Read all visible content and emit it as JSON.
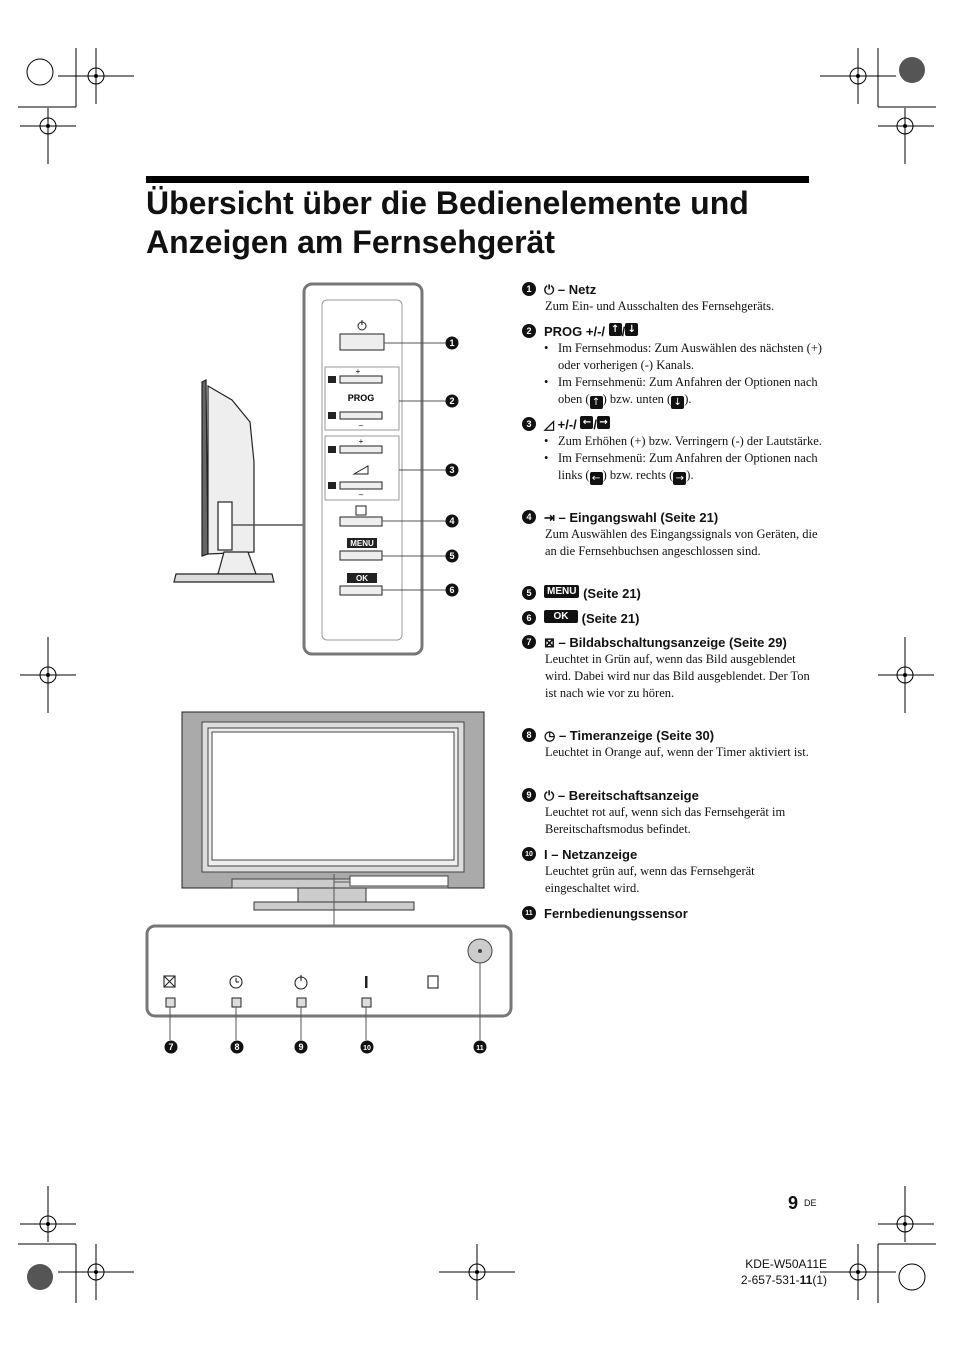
{
  "page_title": "Übersicht über die Bedienelemente und Anzeigen am Fernsehgerät",
  "items": [
    {
      "num": "1",
      "head": "– Netz",
      "desc": "Zum Ein- und Ausschalten des Fernsehgeräts."
    },
    {
      "num": "2",
      "head": "PROG +/-/",
      "bullet1": "Im Fernsehmodus: Zum Auswählen des nächsten (+) oder vorherigen (-) Kanals.",
      "bullet2a": "Im Fernsehmenü: Zum Anfahren der Optionen nach oben (",
      "bullet2b": ") bzw. unten (",
      "bullet2c": ")."
    },
    {
      "num": "3",
      "head": "+/-/",
      "bullet1": "Zum Erhöhen (+) bzw. Verringern (-) der Lautstärke.",
      "bullet2a": "Im Fernsehmenü: Zum Anfahren der Optionen nach links (",
      "bullet2b": ") bzw. rechts (",
      "bullet2c": ")."
    },
    {
      "num": "4",
      "head": "– Eingangswahl (Seite 21)",
      "desc": "Zum Auswählen des Eingangssignals von Geräten, die an die Fernsehbuchsen angeschlossen sind."
    },
    {
      "num": "5",
      "badge": "MENU",
      "head": "(Seite 21)"
    },
    {
      "num": "6",
      "badge": "OK",
      "head": "(Seite 21)"
    },
    {
      "num": "7",
      "head": "– Bildabschaltungsanzeige (Seite 29)",
      "desc": "Leuchtet in Grün auf, wenn das Bild ausgeblendet wird. Dabei wird nur das Bild ausgeblendet. Der Ton ist nach wie vor zu hören."
    },
    {
      "num": "8",
      "head": "– Timeranzeige (Seite 30)",
      "desc": "Leuchtet in Orange auf, wenn der Timer aktiviert ist."
    },
    {
      "num": "9",
      "head": "– Bereitschaftsanzeige",
      "desc": "Leuchtet rot auf, wenn sich das Fernsehgerät im Bereitschaftsmodus befindet."
    },
    {
      "num": "10",
      "head": "– Netzanzeige",
      "desc": "Leuchtet grün auf, wenn das Fernsehgerät eingeschaltet wird."
    },
    {
      "num": "11",
      "head": "Fernbedienungssensor"
    }
  ],
  "diagram": {
    "prog_label": "PROG",
    "menu_label": "MENU",
    "ok_label": "OK",
    "callouts": [
      "1",
      "2",
      "3",
      "4",
      "5",
      "6"
    ],
    "indicator_callouts": [
      "7",
      "8",
      "9",
      "10",
      "11"
    ]
  },
  "footer": {
    "page_number": "9",
    "lang": "DE",
    "model": "KDE-W50A11E",
    "code_prefix": "2-657-531-",
    "code_bold": "11",
    "code_suffix": "(1)"
  }
}
